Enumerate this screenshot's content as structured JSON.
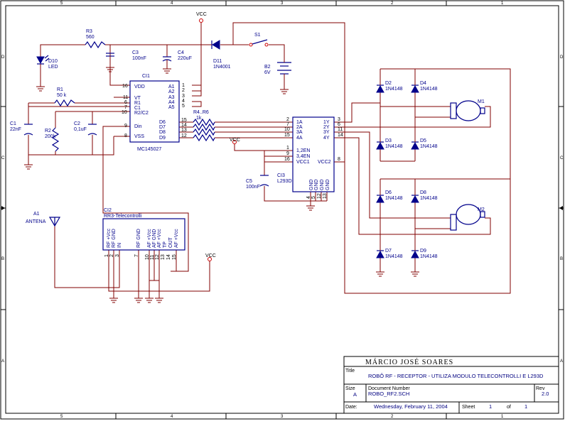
{
  "grid": {
    "columns": [
      "5",
      "4",
      "3",
      "2",
      "1"
    ],
    "rows": [
      "D",
      "C",
      "B",
      "A"
    ]
  },
  "supply_labels": {
    "vcc": "VCC"
  },
  "components": {
    "r3": {
      "ref": "R3",
      "value": "560"
    },
    "c3": {
      "ref": "C3",
      "value": "100nF"
    },
    "c4": {
      "ref": "C4",
      "value": "220uF"
    },
    "d11": {
      "ref": "D11",
      "value": "1N4001"
    },
    "s1": {
      "ref": "S1"
    },
    "b2": {
      "ref": "B2",
      "value": "6V"
    },
    "d10": {
      "ref": "D10",
      "value": "LED"
    },
    "r1": {
      "ref": "R1",
      "value": "50 k"
    },
    "c1": {
      "ref": "C1",
      "value": "22nF"
    },
    "r2": {
      "ref": "R2",
      "value": "200k"
    },
    "c2": {
      "ref": "C2",
      "value": "0,1uF"
    },
    "r4r6": {
      "ref": "R4..R6",
      "value": "1k"
    },
    "c5": {
      "ref": "C5",
      "value": "100nF"
    },
    "d2": {
      "ref": "D2",
      "value": "1N4148"
    },
    "d3": {
      "ref": "D3",
      "value": "1N4148"
    },
    "d4": {
      "ref": "D4",
      "value": "1N4148"
    },
    "d5": {
      "ref": "D5",
      "value": "1N4148"
    },
    "d6": {
      "ref": "D6",
      "value": "1N4148"
    },
    "d7": {
      "ref": "D7",
      "value": "1N4148"
    },
    "d8": {
      "ref": "D8",
      "value": "1N4148"
    },
    "d9": {
      "ref": "D9",
      "value": "1N4148"
    },
    "m1": {
      "ref": "M1"
    },
    "m2": {
      "ref": "M2"
    },
    "a1": {
      "ref": "A1",
      "value": "ANTENA"
    }
  },
  "ci1": {
    "ref": "CI1",
    "part": "MC145027",
    "left_pins": [
      {
        "num": "16",
        "name": "VDD"
      },
      {
        "num": "11",
        "name": "VT"
      },
      {
        "num": "6",
        "name": "R1"
      },
      {
        "num": "7",
        "name": "C1"
      },
      {
        "num": "10",
        "name": "R2/C2"
      },
      {
        "num": "9",
        "name": "Din"
      },
      {
        "num": "8",
        "name": "VSS"
      }
    ],
    "right_pins": [
      {
        "num": "1",
        "name": "A1"
      },
      {
        "num": "2",
        "name": "A2"
      },
      {
        "num": "3",
        "name": "A3"
      },
      {
        "num": "4",
        "name": "A4"
      },
      {
        "num": "5",
        "name": "A5"
      },
      {
        "num": "15",
        "name": "D6"
      },
      {
        "num": "14",
        "name": "D7"
      },
      {
        "num": "13",
        "name": "D8"
      },
      {
        "num": "12",
        "name": "D9"
      }
    ]
  },
  "ci3": {
    "ref": "CI3",
    "part": "L293D",
    "in_pins": [
      {
        "num": "2",
        "name": "1A"
      },
      {
        "num": "7",
        "name": "2A"
      },
      {
        "num": "10",
        "name": "3A"
      },
      {
        "num": "15",
        "name": "4A"
      }
    ],
    "out_pins": [
      {
        "num": "3",
        "name": "1Y"
      },
      {
        "num": "6",
        "name": "2Y"
      },
      {
        "num": "11",
        "name": "3Y"
      },
      {
        "num": "14",
        "name": "4Y"
      }
    ],
    "en_pins": [
      {
        "num": "1",
        "name": "1,2EN"
      },
      {
        "num": "9",
        "name": "3,4EN"
      },
      {
        "num": "16",
        "name": "VCC1"
      }
    ],
    "vcc2": {
      "num": "8",
      "name": "VCC2"
    },
    "gnd_pins": [
      {
        "num": "4",
        "name": "GND"
      },
      {
        "num": "5",
        "name": "GND"
      },
      {
        "num": "12",
        "name": "GND"
      },
      {
        "num": "13",
        "name": "GND"
      }
    ]
  },
  "ci2": {
    "ref": "CI2",
    "part": "RR3-Telecontrolli",
    "pins": [
      {
        "num": "1",
        "name": "RF +Vcc"
      },
      {
        "num": "2",
        "name": "RF GND"
      },
      {
        "num": "3",
        "name": "IN"
      },
      {
        "num": "7",
        "name": "RF GND"
      },
      {
        "num": "10",
        "name": "AF +Vcc"
      },
      {
        "num": "11",
        "name": "AF GND"
      },
      {
        "num": "12",
        "name": "AF +Vcc"
      },
      {
        "num": "13",
        "name": "TP"
      },
      {
        "num": "14",
        "name": "OUT"
      },
      {
        "num": "15",
        "name": "AF +Vcc"
      }
    ]
  },
  "title_block": {
    "author": "MÁRCIO JOSÉ SOARES",
    "title_label": "Title",
    "title": "ROBÔ RF - RECEPTOR - UTILIZA MODULO TELECONTROLLI E L293D",
    "size_label": "Size",
    "size": "A",
    "docnum_label": "Document Number",
    "docnum": "ROBO_RF2.SCH",
    "rev_label": "Rev",
    "rev": "2.0",
    "date_label": "Date:",
    "date": "Wednesday, February 11, 2004",
    "sheet_label": "Sheet",
    "sheet": "1",
    "of_label": "of",
    "sheets": "1"
  }
}
